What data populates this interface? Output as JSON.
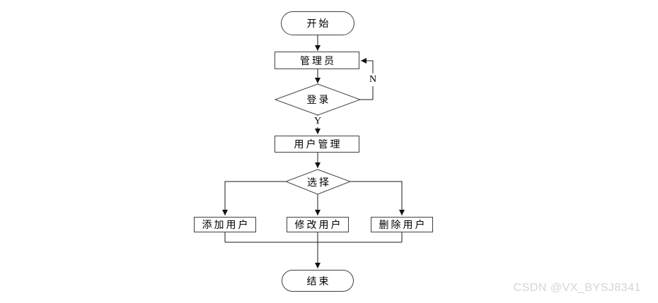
{
  "diagram": {
    "type": "flowchart",
    "nodes": {
      "start": "开始",
      "admin": "管理员",
      "login": "登录",
      "user_management": "用户管理",
      "choose": "选择",
      "add_user": "添加用户",
      "modify_user": "修改用户",
      "delete_user": "删除用户",
      "end": "结束"
    },
    "edge_labels": {
      "no": "N",
      "yes": "Y"
    },
    "colors": {
      "background": "#ffffff",
      "shape_fill": "#ffffff",
      "shape_border": "#404040",
      "line": "#1a1a1a",
      "text": "#000000",
      "watermark": "#d5d5d7"
    }
  },
  "watermark": "CSDN @VX_BYSJ8341"
}
